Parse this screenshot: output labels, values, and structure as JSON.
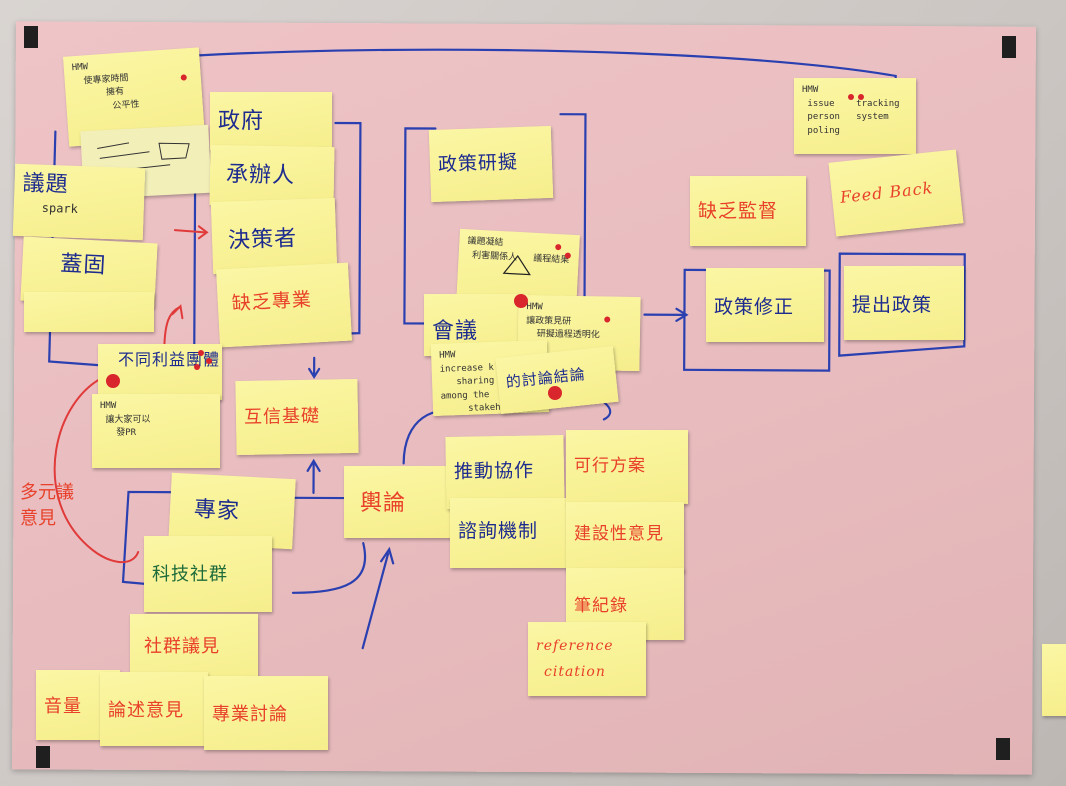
{
  "notes": {
    "gov": "政府",
    "official": "承辦人",
    "decision": "決策者",
    "lack_prof": "缺乏專業",
    "trust": "互信基礎",
    "issue": "議題",
    "spark": "spark",
    "stuck": "蓋固",
    "policy_research": "政策研擬",
    "meeting": "會議",
    "policy_fix": "政策修正",
    "propose": "提出政策",
    "lack_supervision": "缺乏監督",
    "feedback": "Feed Back",
    "expert": "專家",
    "tech_community": "科技社群",
    "community_view": "社群議見",
    "public_opinion": "輿論",
    "cooperate": "推動協作",
    "consult": "諮詢機制",
    "viable": "可行方案",
    "constructive": "建設性意見",
    "quote": "筆紀錄",
    "reference": "reference",
    "citation": "citation",
    "voice": "音量",
    "argument": "論述意見",
    "pro_discuss": "專業討論",
    "interest_circle": "不同利益團體",
    "discuss": "的討論結論",
    "diverse": "多元議意見"
  },
  "hmw": {
    "top_left": "HMW\n  使專家時間\n      擁有\n       公平性",
    "stakeholder": "HMW\n 讓大家可以\n   發PR",
    "tracking": "HMW\n issue    tracking\n person   system\n poling",
    "increase": "HMW\nincrease k\n   sharing\namong the\n     stakeholders",
    "policy_draft": "HMW\n讓政策見研\n  研擬過程透明化",
    "center_triangle": "議題凝結\n 利害關係人   議程結果"
  },
  "colors": {
    "paper": "#e9bdbf",
    "note": "#f6ee8c",
    "ink_blue": "#1d2b8f",
    "ink_red": "#e8402a",
    "dot": "#d8262c"
  }
}
